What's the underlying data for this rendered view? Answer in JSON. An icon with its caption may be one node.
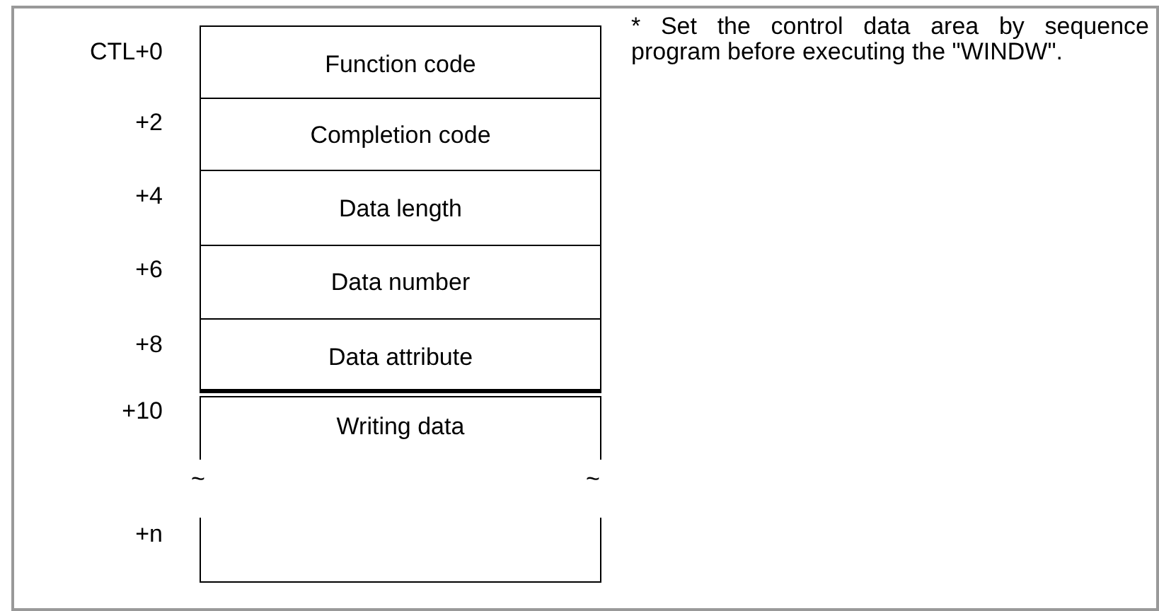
{
  "diagram": {
    "nodes": [
      {
        "text": [
          "Function code"
        ],
        "beside": [
          "CTL+0"
        ]
      },
      {
        "text": [
          "Completion code"
        ],
        "beside": [
          "+2"
        ]
      },
      {
        "text": [
          "Data length"
        ],
        "beside": [
          "+4"
        ]
      },
      {
        "text": [
          "Data number"
        ],
        "beside": [
          "+6"
        ]
      },
      {
        "text": [
          "Data attribute"
        ],
        "beside": [
          "+8"
        ]
      },
      {
        "text": [
          "Writing data"
        ],
        "beside": [
          "+10"
        ]
      },
      {
        "text": [],
        "shape": "box",
        "beside": [
          "+n"
        ]
      }
    ],
    "labels": [
      "* Set the control data area by sequence program before executing the \"WINDW\".",
      "~",
      "~"
    ]
  }
}
